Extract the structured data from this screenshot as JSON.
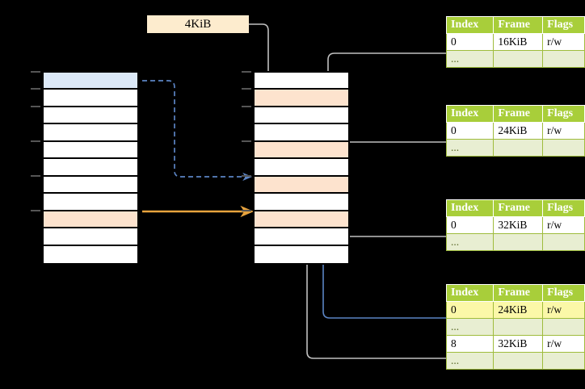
{
  "callout": {
    "label": "4KiB"
  },
  "colors": {
    "header_green": "#a8ce3a",
    "row_alt_green": "#e8eed2",
    "highlight_yellow": "#fbf8a8",
    "peach_row": "#fde3ce",
    "blue_row": "#dce9f8",
    "callout_bg": "#fdecce",
    "blue_arrow": "#5b84c4",
    "orange_arrow": "#e8a33d",
    "grey_connector": "#c8c8c8"
  },
  "virtual_column": {
    "name": "virtual-address-space",
    "row_count": 11,
    "rows": [
      {
        "fill": "blue"
      },
      {
        "fill": "white"
      },
      {
        "fill": "white"
      },
      {
        "fill": "white"
      },
      {
        "fill": "white"
      },
      {
        "fill": "white"
      },
      {
        "fill": "white"
      },
      {
        "fill": "white"
      },
      {
        "fill": "peach"
      },
      {
        "fill": "white"
      },
      {
        "fill": "white"
      }
    ]
  },
  "physical_column": {
    "name": "physical-memory",
    "row_count": 11,
    "rows": [
      {
        "fill": "white"
      },
      {
        "fill": "peach"
      },
      {
        "fill": "white"
      },
      {
        "fill": "white"
      },
      {
        "fill": "peach"
      },
      {
        "fill": "white"
      },
      {
        "fill": "peach"
      },
      {
        "fill": "white"
      },
      {
        "fill": "peach"
      },
      {
        "fill": "white"
      },
      {
        "fill": "white"
      }
    ]
  },
  "page_tables": [
    {
      "name": "page-table-level-1",
      "headers": [
        "Index",
        "Frame",
        "Flags"
      ],
      "rows": [
        {
          "cells": [
            "0",
            "16KiB",
            "r/w"
          ],
          "style": "normal",
          "highlight": []
        },
        {
          "cells": [
            "...",
            "",
            ""
          ],
          "style": "ellipsis",
          "highlight": []
        }
      ]
    },
    {
      "name": "page-table-level-2",
      "headers": [
        "Index",
        "Frame",
        "Flags"
      ],
      "rows": [
        {
          "cells": [
            "0",
            "24KiB",
            "r/w"
          ],
          "style": "normal",
          "highlight": []
        },
        {
          "cells": [
            "...",
            "",
            ""
          ],
          "style": "ellipsis",
          "highlight": []
        }
      ]
    },
    {
      "name": "page-table-level-3",
      "headers": [
        "Index",
        "Frame",
        "Flags"
      ],
      "rows": [
        {
          "cells": [
            "0",
            "32KiB",
            "r/w"
          ],
          "style": "normal",
          "highlight": []
        },
        {
          "cells": [
            "...",
            "",
            ""
          ],
          "style": "ellipsis",
          "highlight": []
        }
      ]
    },
    {
      "name": "page-table-level-4",
      "headers": [
        "Index",
        "Frame",
        "Flags"
      ],
      "rows": [
        {
          "cells": [
            "0",
            "24KiB",
            "r/w"
          ],
          "style": "normal",
          "highlight": [
            0,
            1,
            2
          ]
        },
        {
          "cells": [
            "...",
            "",
            ""
          ],
          "style": "ellipsis",
          "highlight": []
        },
        {
          "cells": [
            "8",
            "32KiB",
            "r/w"
          ],
          "style": "normal",
          "highlight": []
        },
        {
          "cells": [
            "...",
            "",
            ""
          ],
          "style": "ellipsis",
          "highlight": []
        }
      ]
    }
  ]
}
